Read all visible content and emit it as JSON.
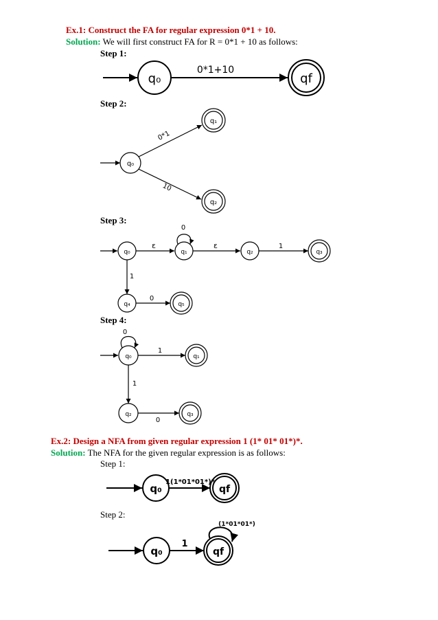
{
  "ex1": {
    "heading": "Ex.1: Construct the FA for regular expression 0*1 + 10.",
    "solution_label": "Solution:",
    "solution_text": "We will first construct FA for R = 0*1 + 10 as follows:",
    "step1": {
      "label": "Step 1:",
      "q0": "q₀",
      "qf": "qf",
      "edge": "0*1+10"
    },
    "step2": {
      "label": "Step 2:",
      "q0": "q₀",
      "q1": "q₁",
      "q2": "q₂",
      "edge_upper": "0*1",
      "edge_lower": "10"
    },
    "step3": {
      "label": "Step 3:",
      "q0": "q₀",
      "q1": "q₁",
      "q2": "q₂",
      "q3": "q₃",
      "q4": "q₄",
      "q5": "q₅",
      "eps1": "ε",
      "loop": "0",
      "eps2": "ε",
      "edge_q2_q3": "1",
      "edge_q0_q4": "1",
      "edge_q4_q5": "0"
    },
    "step4": {
      "label": "Step 4:",
      "q0": "q₀",
      "q1": "q₁",
      "q2": "q₂",
      "q3": "q₃",
      "loop": "0",
      "edge_q0_q1": "1",
      "edge_q0_q2": "1",
      "edge_q2_q3": "0"
    }
  },
  "ex2": {
    "heading": "Ex.2: Design a NFA from given regular expression 1 (1* 01* 01*)*.",
    "solution_label": "Solution:",
    "solution_text": "The NFA for the given regular expression is as follows:",
    "step1": {
      "label": "Step 1:",
      "q0": "q₀",
      "qf": "qf",
      "edge": "1(1*01*01*)*"
    },
    "step2": {
      "label": "Step 2:",
      "q0": "q₀",
      "qf": "qf",
      "edge": "1",
      "loop": "(1*01*01*)"
    }
  }
}
